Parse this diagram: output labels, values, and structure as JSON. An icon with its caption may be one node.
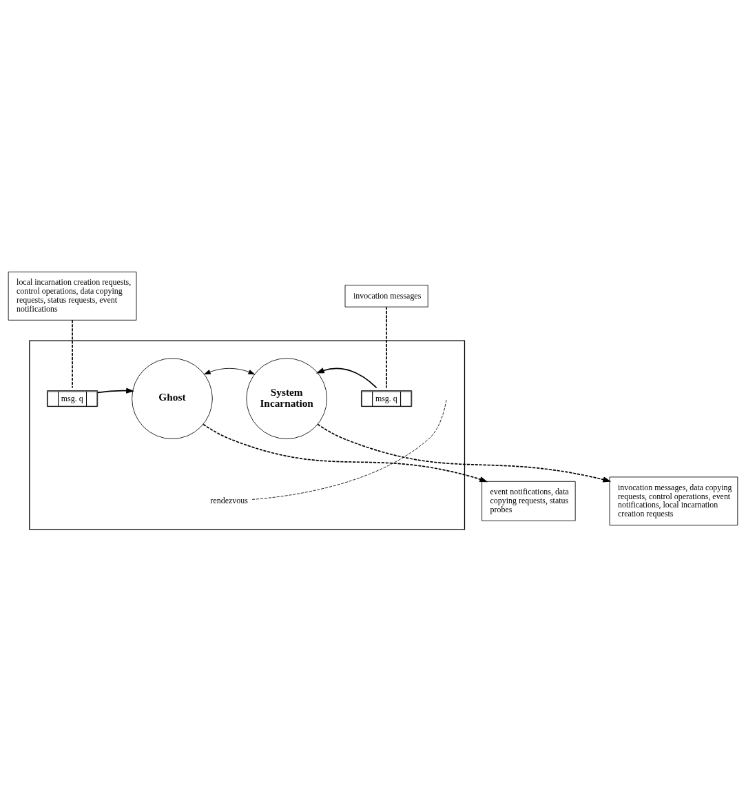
{
  "diagram": {
    "nodes": [
      {
        "text": [
          "local incarnation creation requests, control operations, data copying requests, status requests, event notifications"
        ]
      },
      {
        "text": [
          "invocation messages"
        ]
      },
      {
        "text": [],
        "shape": "box"
      },
      {
        "text": [
          "msg. q"
        ],
        "in": 2
      },
      {
        "text": [
          "Ghost"
        ],
        "in": 2
      },
      {
        "text": [
          "System Incarnation"
        ],
        "in": 2
      },
      {
        "text": [
          "msg. q"
        ],
        "in": 2
      },
      {
        "text": [
          "rendezvous"
        ],
        "in": 2
      },
      {
        "text": [
          "event notifications, data copying requests, status probes"
        ]
      },
      {
        "text": [
          "invocation messages, data copying requests, control operations, event notifications, local incarnation creation requests"
        ]
      }
    ],
    "edges": [
      {
        "from": 0,
        "to": 3,
        "arrow": "none",
        "style": "dashed"
      },
      {
        "from": 1,
        "to": 6,
        "arrow": "none",
        "style": "dashed"
      },
      {
        "from": 3,
        "to": 4,
        "arrow": "to"
      },
      {
        "from": 6,
        "to": 5,
        "arrow": "to"
      },
      {
        "from": 4,
        "to": 5,
        "arrow": "both"
      },
      {
        "from": 7,
        "to": null,
        "arrow": "none",
        "style": "dashed"
      },
      {
        "from": 4,
        "to": 8,
        "arrow": "to",
        "style": "dashed"
      },
      {
        "from": 5,
        "to": 9,
        "arrow": "to",
        "style": "dashed"
      }
    ]
  }
}
